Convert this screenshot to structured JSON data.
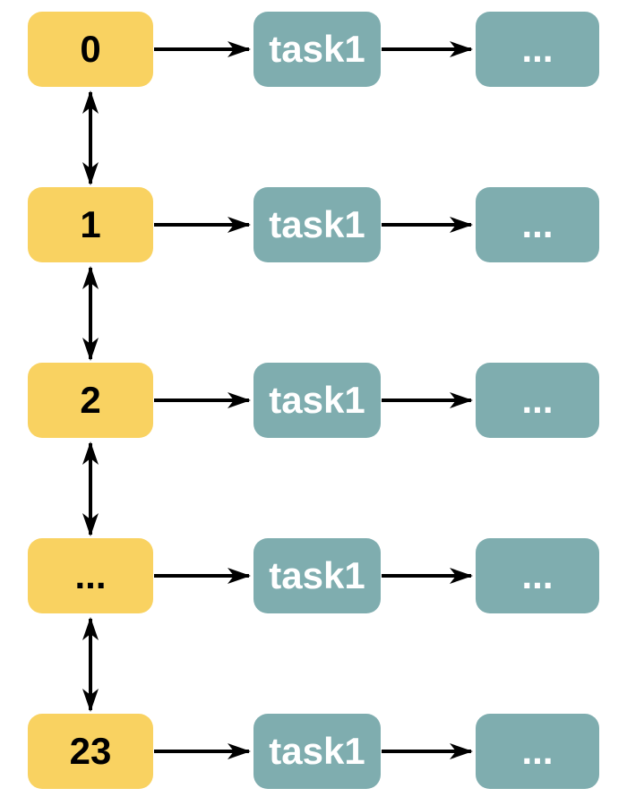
{
  "diagram": {
    "type": "flow-diagram",
    "description": "Indexed nodes each pointing to a task chain; nodes linked vertically by bidirectional arrows",
    "rows": [
      {
        "node": "0",
        "task": "task1",
        "more": "..."
      },
      {
        "node": "1",
        "task": "task1",
        "more": "..."
      },
      {
        "node": "2",
        "task": "task1",
        "more": "..."
      },
      {
        "node": "...",
        "task": "task1",
        "more": "..."
      },
      {
        "node": "23",
        "task": "task1",
        "more": "..."
      }
    ],
    "colors": {
      "node_fill": "#F9D261",
      "node_text": "#000000",
      "task_fill": "#7FADAF",
      "task_text": "#FFFFFF",
      "arrow": "#000000",
      "canvas_bg": "#FFFFFF"
    }
  }
}
